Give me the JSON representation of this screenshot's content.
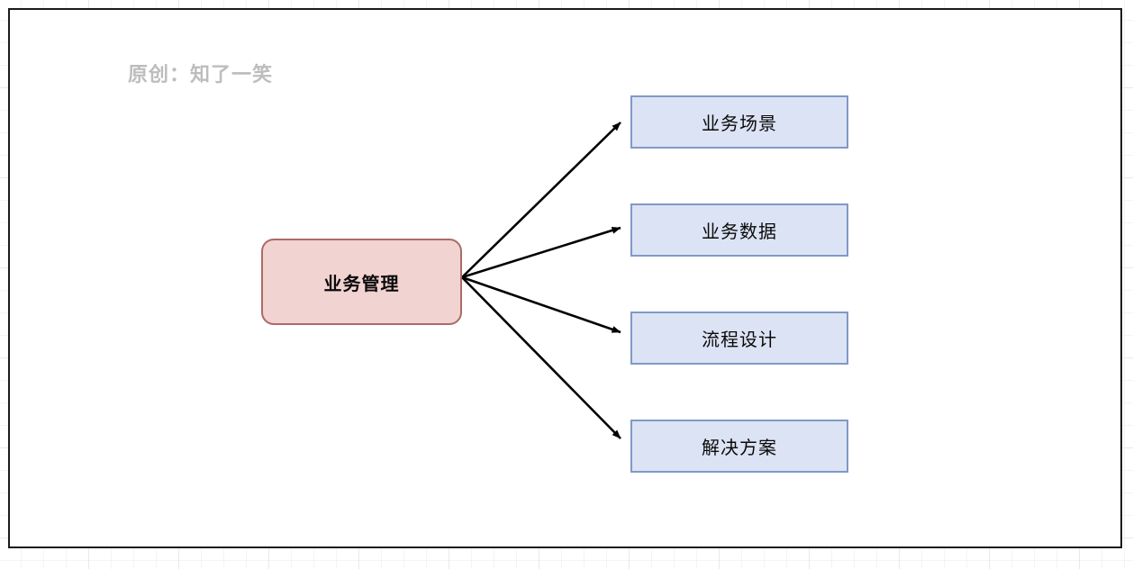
{
  "canvas": {
    "background": "#ffffff",
    "border_color": "#1b1b1b",
    "grid_color": "#e9e9e9"
  },
  "watermark": {
    "text": "原创：知了一笑",
    "color": "#bdbdbd"
  },
  "diagram": {
    "type": "mind-map",
    "root": {
      "label": "业务管理",
      "fill": "#f1d3d1",
      "stroke": "#ab6b67",
      "shape": "rounded-rectangle"
    },
    "leaves": [
      {
        "label": "业务场景",
        "fill": "#dce3f4",
        "stroke": "#8099c7",
        "shape": "rectangle"
      },
      {
        "label": "业务数据",
        "fill": "#dce3f4",
        "stroke": "#8099c7",
        "shape": "rectangle"
      },
      {
        "label": "流程设计",
        "fill": "#dce3f4",
        "stroke": "#8099c7",
        "shape": "rectangle"
      },
      {
        "label": "解决方案",
        "fill": "#dce3f4",
        "stroke": "#8099c7",
        "shape": "rectangle"
      }
    ],
    "edges": [
      {
        "from": "业务管理",
        "to": "业务场景",
        "style": "solid-arrow",
        "color": "#000000"
      },
      {
        "from": "业务管理",
        "to": "业务数据",
        "style": "solid-arrow",
        "color": "#000000"
      },
      {
        "from": "业务管理",
        "to": "流程设计",
        "style": "solid-arrow",
        "color": "#000000"
      },
      {
        "from": "业务管理",
        "to": "解决方案",
        "style": "solid-arrow",
        "color": "#000000"
      }
    ]
  }
}
